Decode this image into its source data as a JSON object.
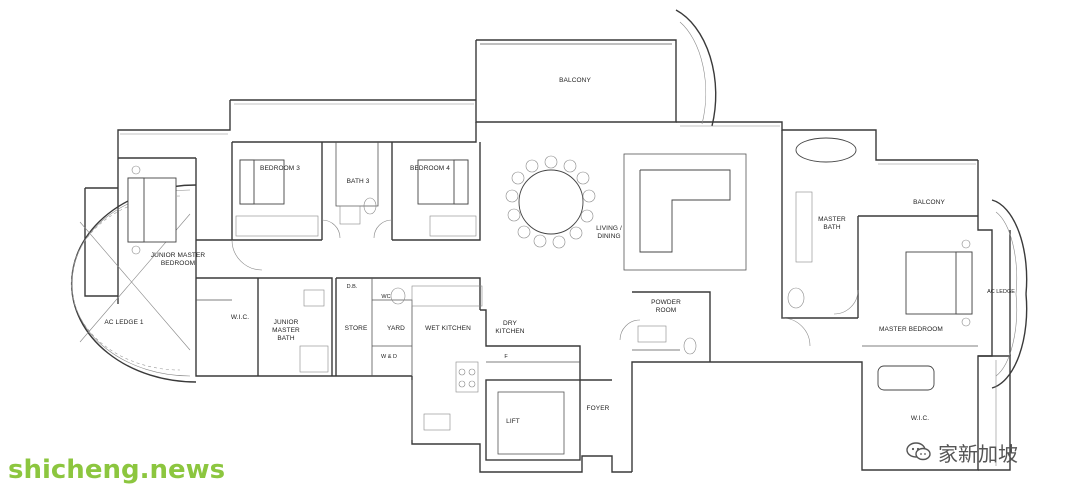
{
  "rooms": {
    "balcony_top": "BALCONY",
    "bedroom3": "BEDROOM 3",
    "bedroom4": "BEDROOM 4",
    "bath3": "BATH 3",
    "junior_master_bedroom_1": "JUNIOR MASTER",
    "junior_master_bedroom_2": "BEDROOM",
    "ac_ledge_1": "AC LEDGE 1",
    "wic_left": "W.I.C.",
    "junior_master_bath_1": "JUNIOR",
    "junior_master_bath_2": "MASTER",
    "junior_master_bath_3": "BATH",
    "store": "STORE",
    "yard": "YARD",
    "db": "D.B.",
    "wc": "WC",
    "wd": "W & D",
    "wet_kitchen": "WET KITCHEN",
    "dry_kitchen_1": "DRY",
    "dry_kitchen_2": "KITCHEN",
    "fridge": "F",
    "lift": "LIFT",
    "foyer": "FOYER",
    "powder_room_1": "POWDER",
    "powder_room_2": "ROOM",
    "living_dining_1": "LIVING /",
    "living_dining_2": "DINING",
    "master_bath_1": "MASTER",
    "master_bath_2": "BATH",
    "balcony_right": "BALCONY",
    "ac_ledge_right": "AC LEDGE",
    "master_bedroom": "MASTER BEDROOM",
    "wic_right": "W.I.C."
  },
  "watermark": {
    "site": "shicheng.news",
    "brand": "家新加坡",
    "site_color": "#8cc63f"
  },
  "icons": {
    "watermark_icon": "wechat-icon"
  }
}
